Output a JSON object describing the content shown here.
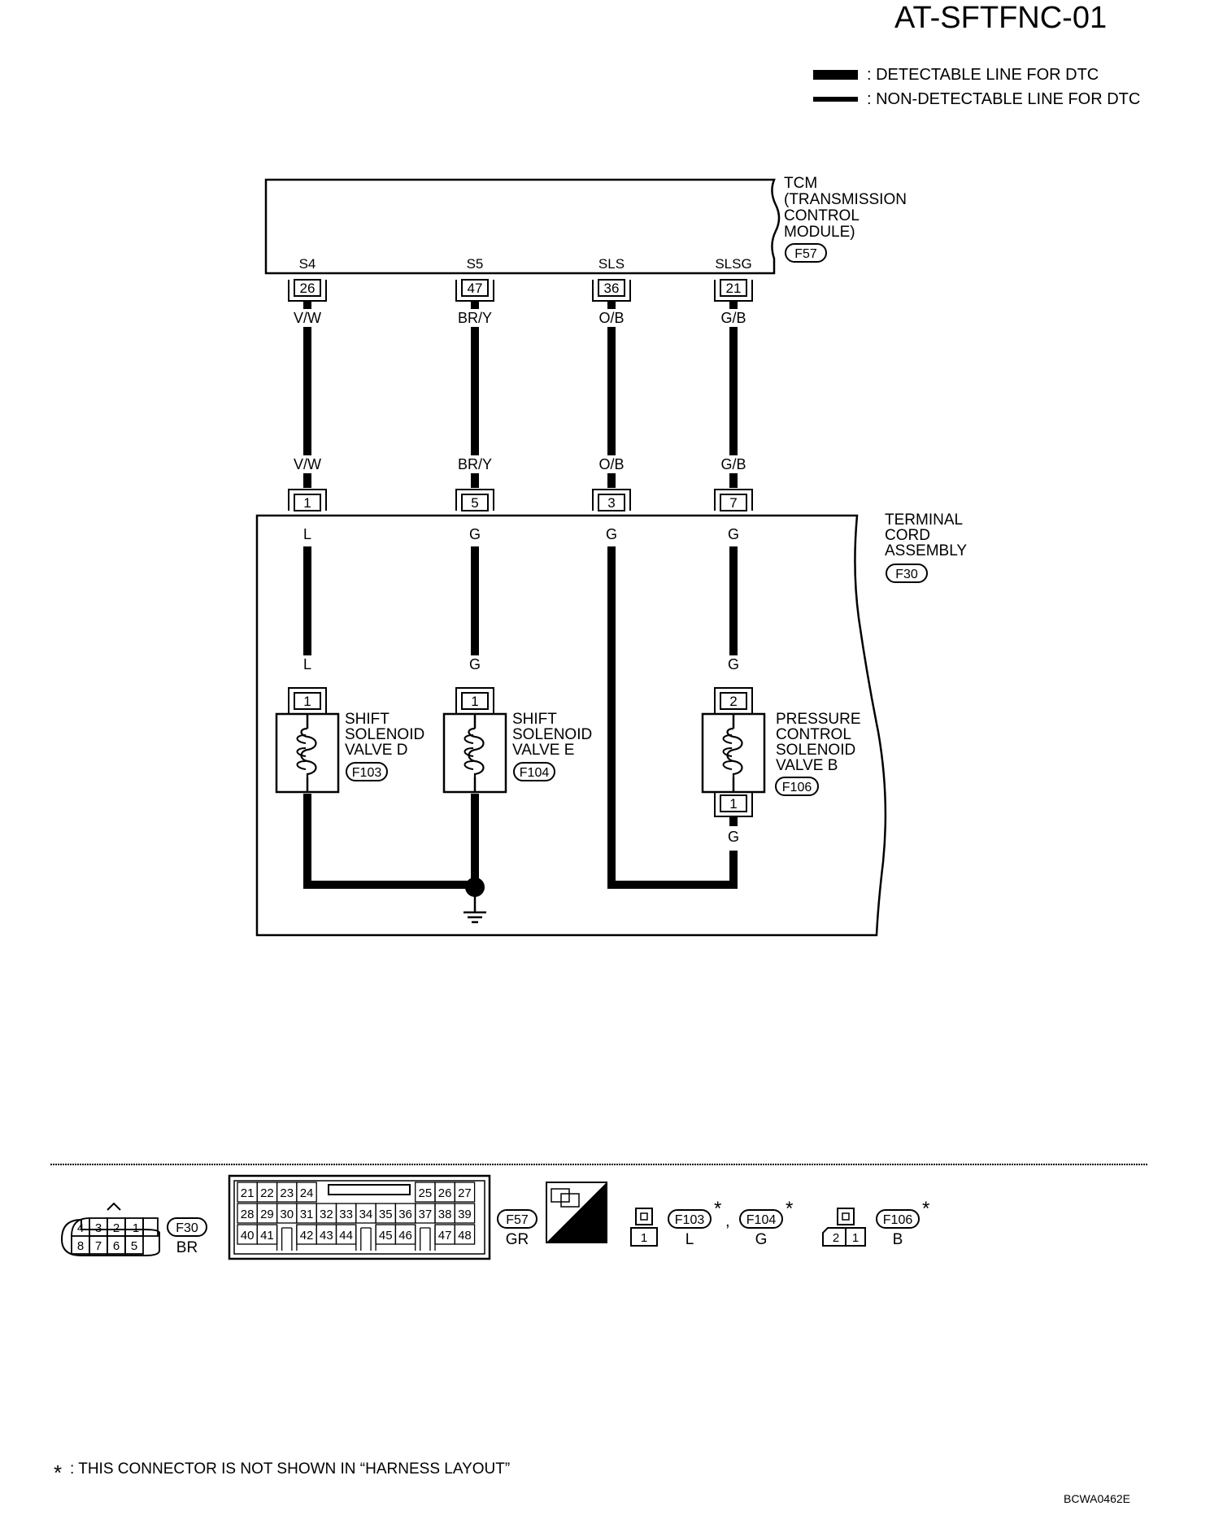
{
  "page_code": "AT-SFTFNC-01",
  "legend": {
    "detectable": ": DETECTABLE LINE FOR DTC",
    "non_detectable": ": NON-DETECTABLE LINE FOR DTC"
  },
  "tcm": {
    "name_lines": [
      "TCM",
      "(TRANSMISSION",
      "CONTROL",
      "MODULE)"
    ],
    "connector": "F57",
    "terminals": [
      {
        "signal": "S4",
        "pin": "26",
        "wire_top": "V/W",
        "wire_bottom": "V/W"
      },
      {
        "signal": "S5",
        "pin": "47",
        "wire_top": "BR/Y",
        "wire_bottom": "BR/Y"
      },
      {
        "signal": "SLS",
        "pin": "36",
        "wire_top": "O/B",
        "wire_bottom": "O/B"
      },
      {
        "signal": "SLSG",
        "pin": "21",
        "wire_top": "G/B",
        "wire_bottom": "G/B"
      }
    ]
  },
  "terminal_cord": {
    "name_lines": [
      "TERMINAL",
      "CORD",
      "ASSEMBLY"
    ],
    "connector": "F30",
    "pins": [
      "1",
      "5",
      "3",
      "7"
    ],
    "inner_colors": [
      "L",
      "G",
      "G",
      "G"
    ]
  },
  "valve_d": {
    "name_lines": [
      "SHIFT",
      "SOLENOID",
      "VALVE D"
    ],
    "connector": "F103",
    "pin": "1",
    "wire": "L"
  },
  "valve_e": {
    "name_lines": [
      "SHIFT",
      "SOLENOID",
      "VALVE E"
    ],
    "connector": "F104",
    "pin": "1",
    "wire": "G"
  },
  "valve_b": {
    "name_lines": [
      "PRESSURE",
      "CONTROL",
      "SOLENOID",
      "VALVE B"
    ],
    "connector": "F106",
    "pin_top": "2",
    "pin_bottom": "1",
    "wire_top": "G",
    "wire_bottom": "G"
  },
  "connector_views": {
    "f30": {
      "id": "F30",
      "color": "BR",
      "row1": [
        "4",
        "3",
        "2",
        "1"
      ],
      "row2": [
        "8",
        "7",
        "6",
        "5"
      ]
    },
    "f57": {
      "id": "F57",
      "color": "GR",
      "row1_left": [
        "21",
        "22",
        "23",
        "24"
      ],
      "row1_right": [
        "25",
        "26",
        "27"
      ],
      "row2": [
        "28",
        "29",
        "30",
        "31",
        "32",
        "33",
        "34",
        "35",
        "36",
        "37",
        "38",
        "39"
      ],
      "row3": [
        "40",
        "41",
        "42",
        "43",
        "44",
        "45",
        "46",
        "47",
        "48"
      ]
    },
    "hs_label": "H.S.",
    "f103_f104": {
      "pin": "1",
      "id1": "F103",
      "color1": "L",
      "id2": "F104",
      "color2": "G",
      "star": "*",
      "comma": ","
    },
    "f106": {
      "pins": [
        "2",
        "1"
      ],
      "id": "F106",
      "color": "B",
      "star": "*"
    }
  },
  "footnote": {
    "star": "*",
    "text": ": THIS CONNECTOR IS NOT SHOWN IN “HARNESS LAYOUT”"
  },
  "figure_code": "BCWA0462E"
}
